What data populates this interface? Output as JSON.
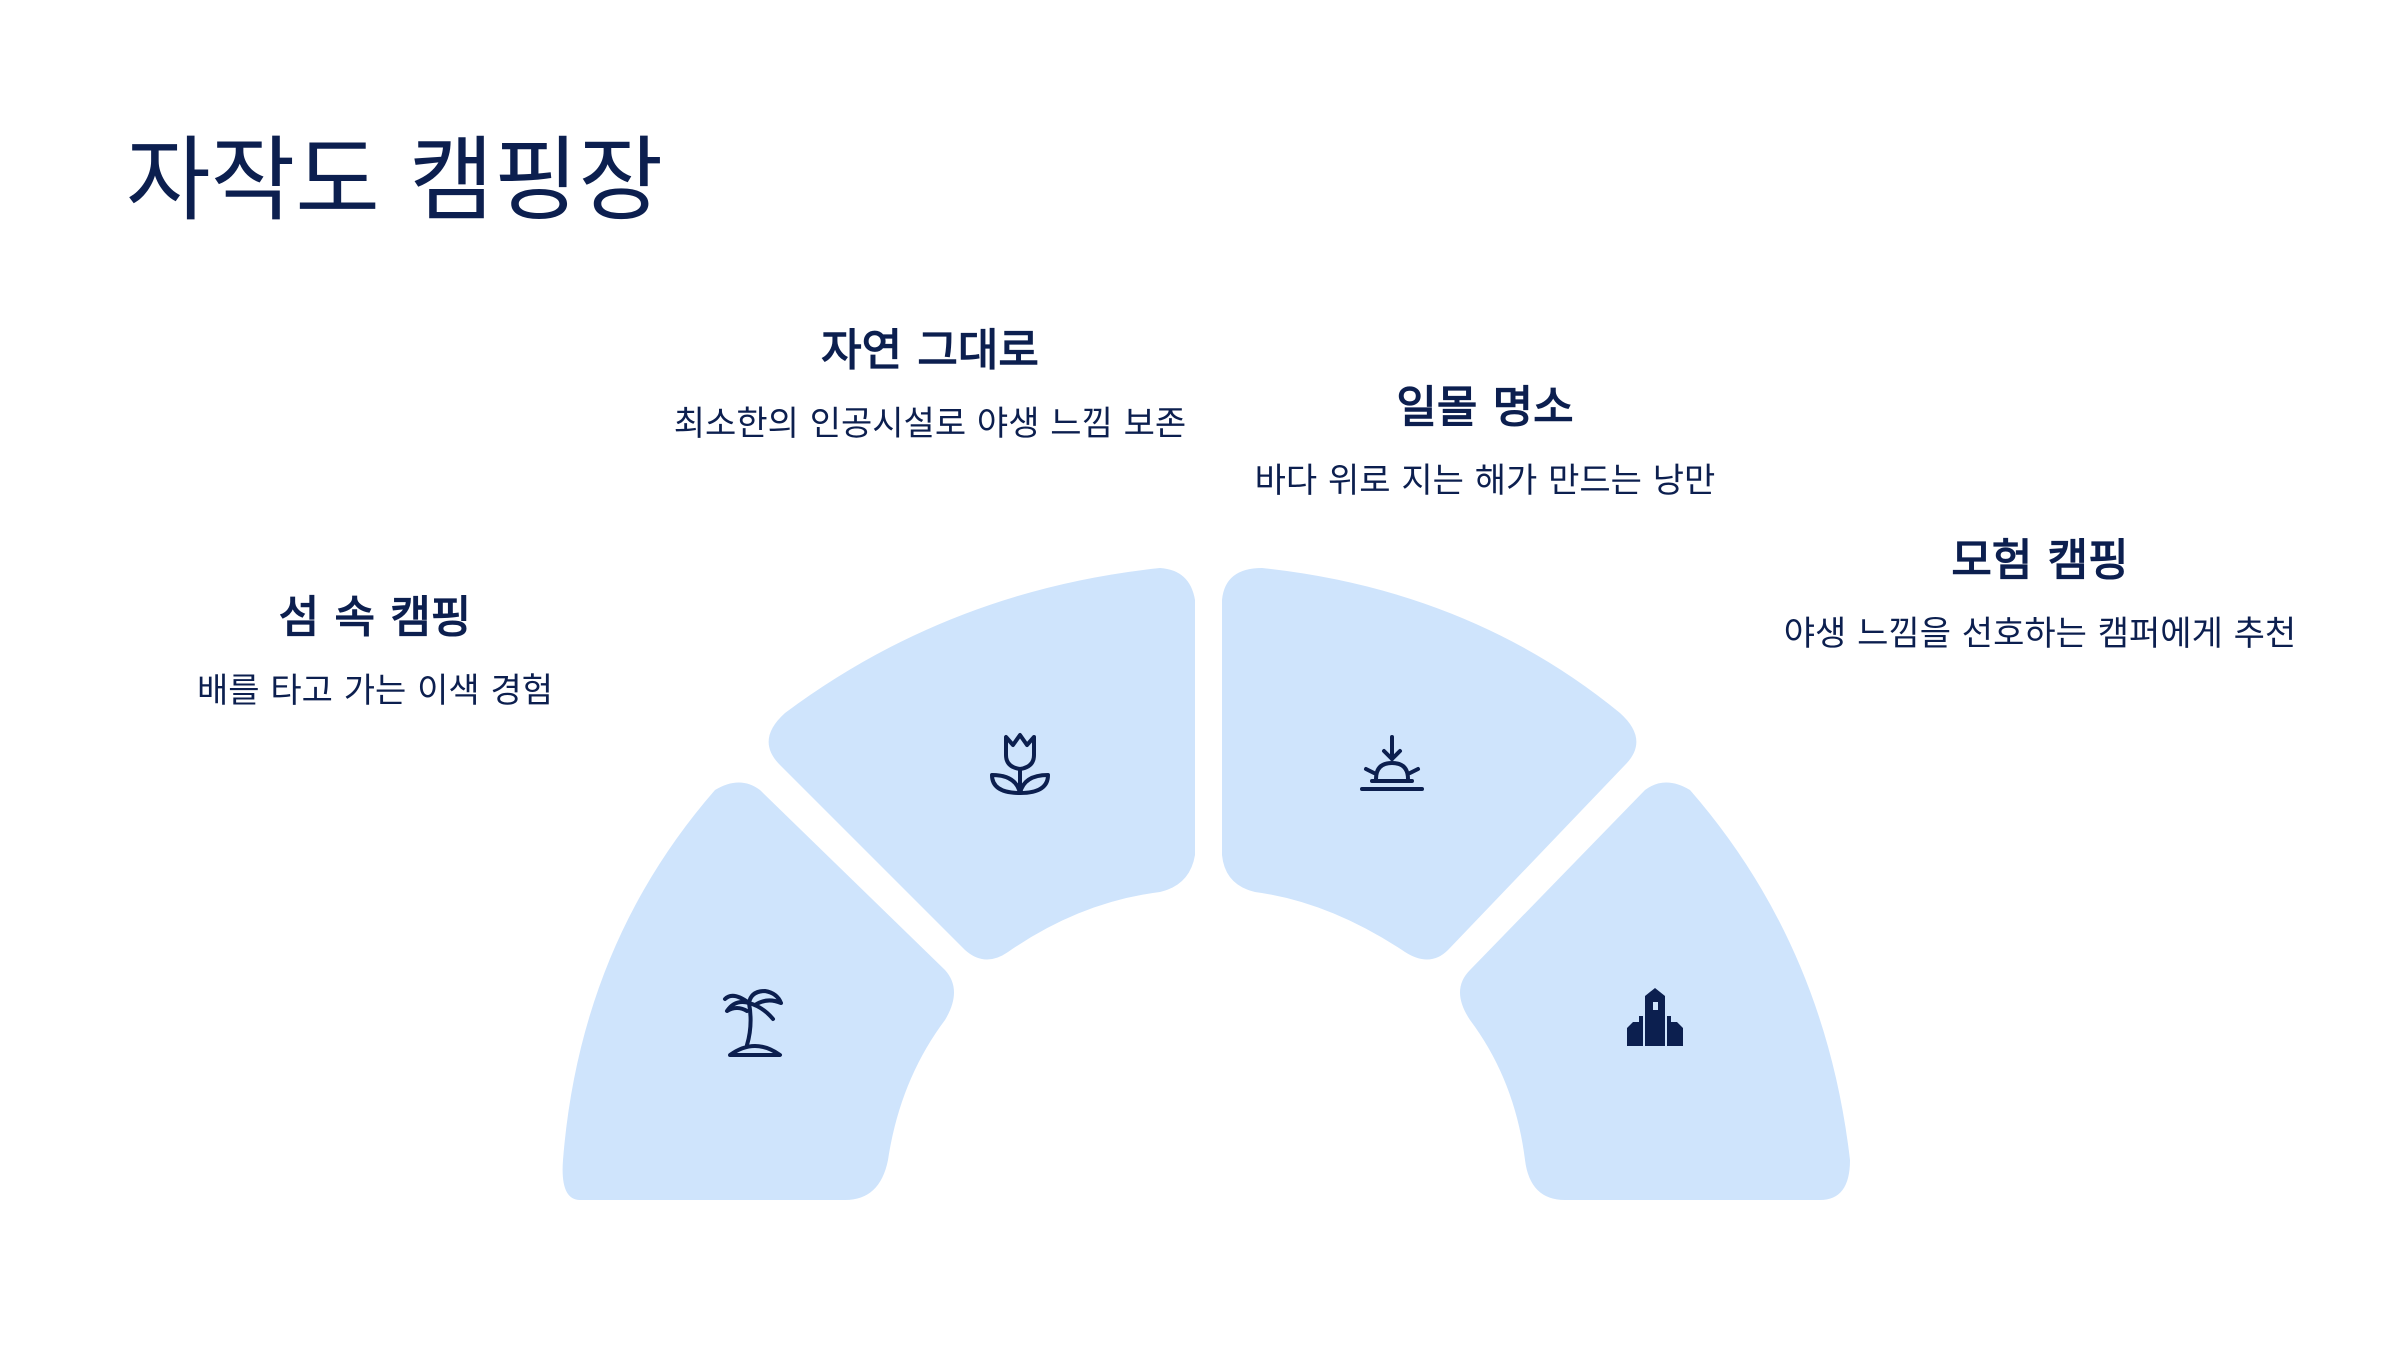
{
  "title": "자작도 캠핑장",
  "colors": {
    "text": "#0c1f4f",
    "segment": "#cfe4fc",
    "icon": "#0c1f4f"
  },
  "segments": [
    {
      "heading": "섬 속 캠핑",
      "description": "배를 타고 가는 이색 경험",
      "icon": "palm-island-icon"
    },
    {
      "heading": "자연 그대로",
      "description": "최소한의 인공시설로 야생 느낌 보존",
      "icon": "tulip-icon"
    },
    {
      "heading": "일몰 명소",
      "description": "바다 위로 지는 해가 만드는 낭만",
      "icon": "sunset-icon"
    },
    {
      "heading": "모험 캠핑",
      "description": "야생 느낌을 선호하는 캠퍼에게 추천",
      "icon": "castle-icon"
    }
  ]
}
